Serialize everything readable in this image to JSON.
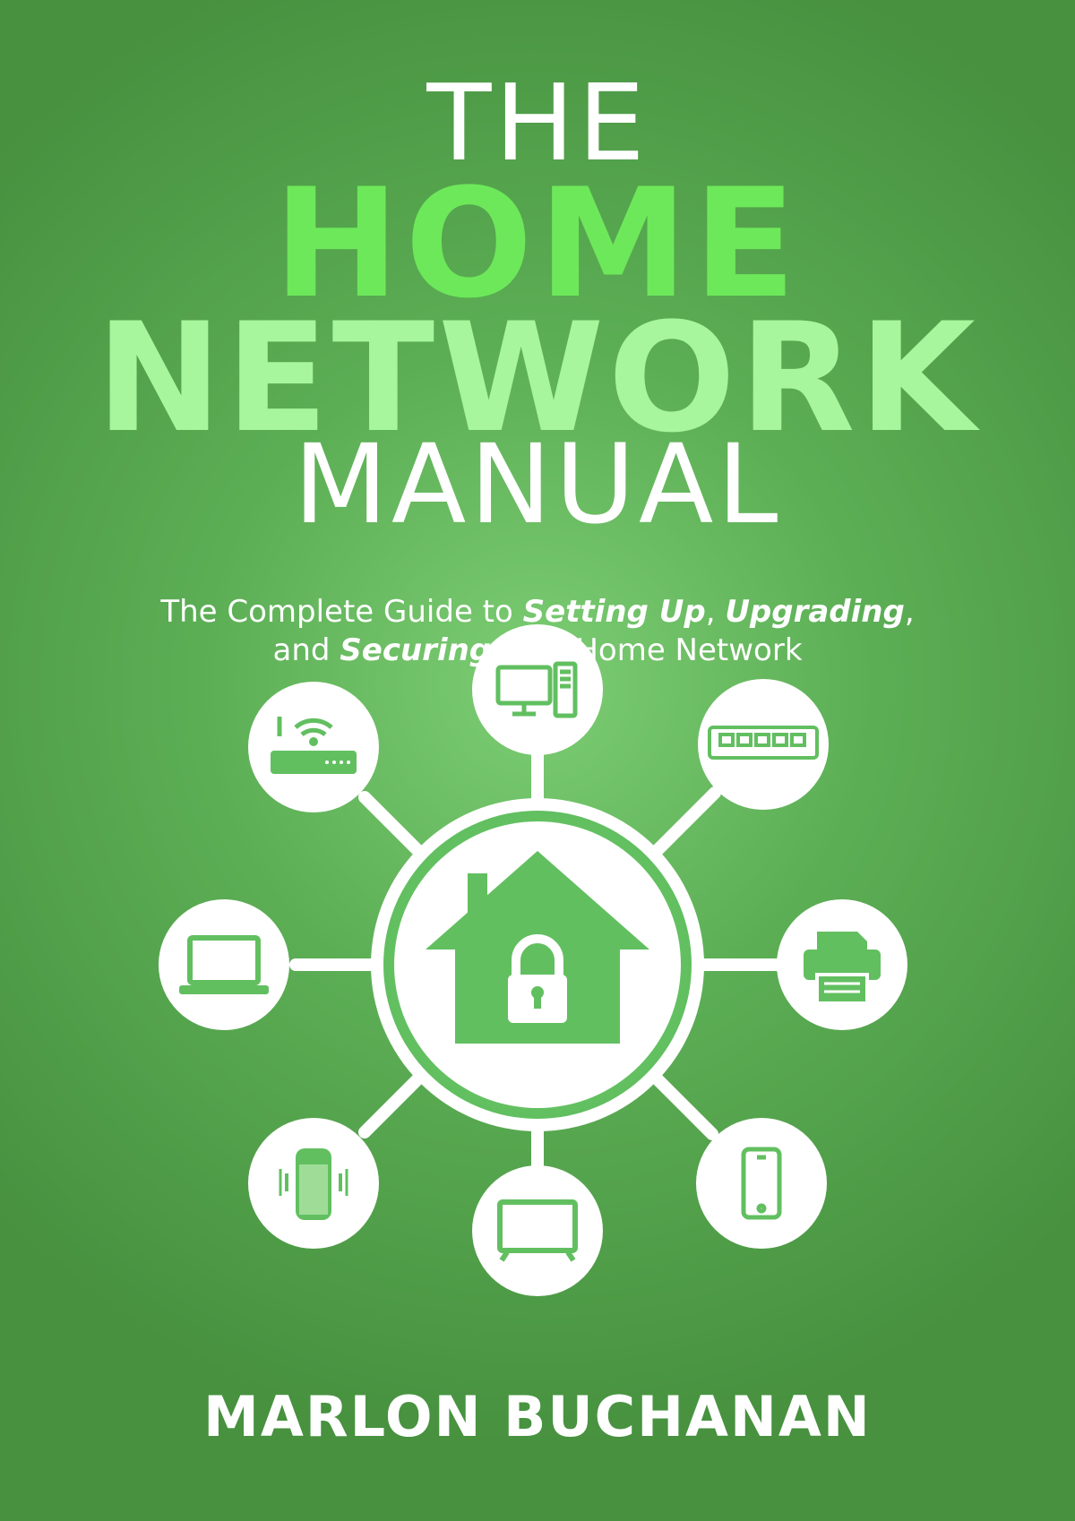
{
  "title": {
    "line1": "THE",
    "line2": "HOME",
    "line3": "NETWORK",
    "line4": "MANUAL"
  },
  "subtitle": {
    "line1_pre": "The Complete Guide to ",
    "line1_em1": "Setting Up",
    "line1_mid": ", ",
    "line1_em2": "Upgrading",
    "line1_post": ",",
    "line2_pre": "and ",
    "line2_em": "Securing",
    "line2_post": " Your Home Network"
  },
  "author": "MARLON BUCHANAN",
  "colors": {
    "background": "#5cae55",
    "home_text": "#6de85a",
    "network_text": "#a7f59c",
    "white": "#ffffff"
  },
  "devices": [
    {
      "icon": "desktop-computer-icon"
    },
    {
      "icon": "network-switch-icon"
    },
    {
      "icon": "printer-icon"
    },
    {
      "icon": "smartphone-icon"
    },
    {
      "icon": "television-icon"
    },
    {
      "icon": "smart-speaker-icon"
    },
    {
      "icon": "laptop-icon"
    },
    {
      "icon": "wifi-router-icon"
    }
  ],
  "center_icon": "house-lock-icon"
}
